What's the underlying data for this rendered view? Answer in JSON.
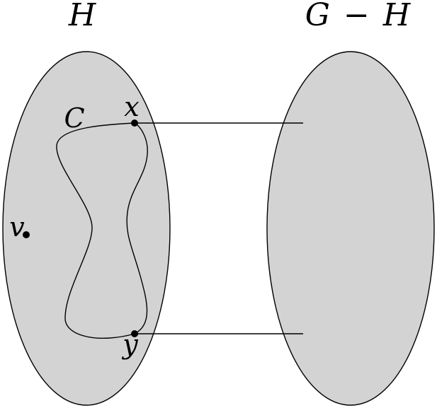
{
  "diagram": {
    "left_set_label": "H",
    "right_set_label": {
      "left": "G",
      "operator": "−",
      "right": "H"
    },
    "cycle_label": "C",
    "vertex_x_label": "x",
    "vertex_y_label": "y",
    "vertex_v_label": "v",
    "colors": {
      "region_fill": "#d3d3d3",
      "stroke": "#000000",
      "background": "#ffffff"
    }
  }
}
